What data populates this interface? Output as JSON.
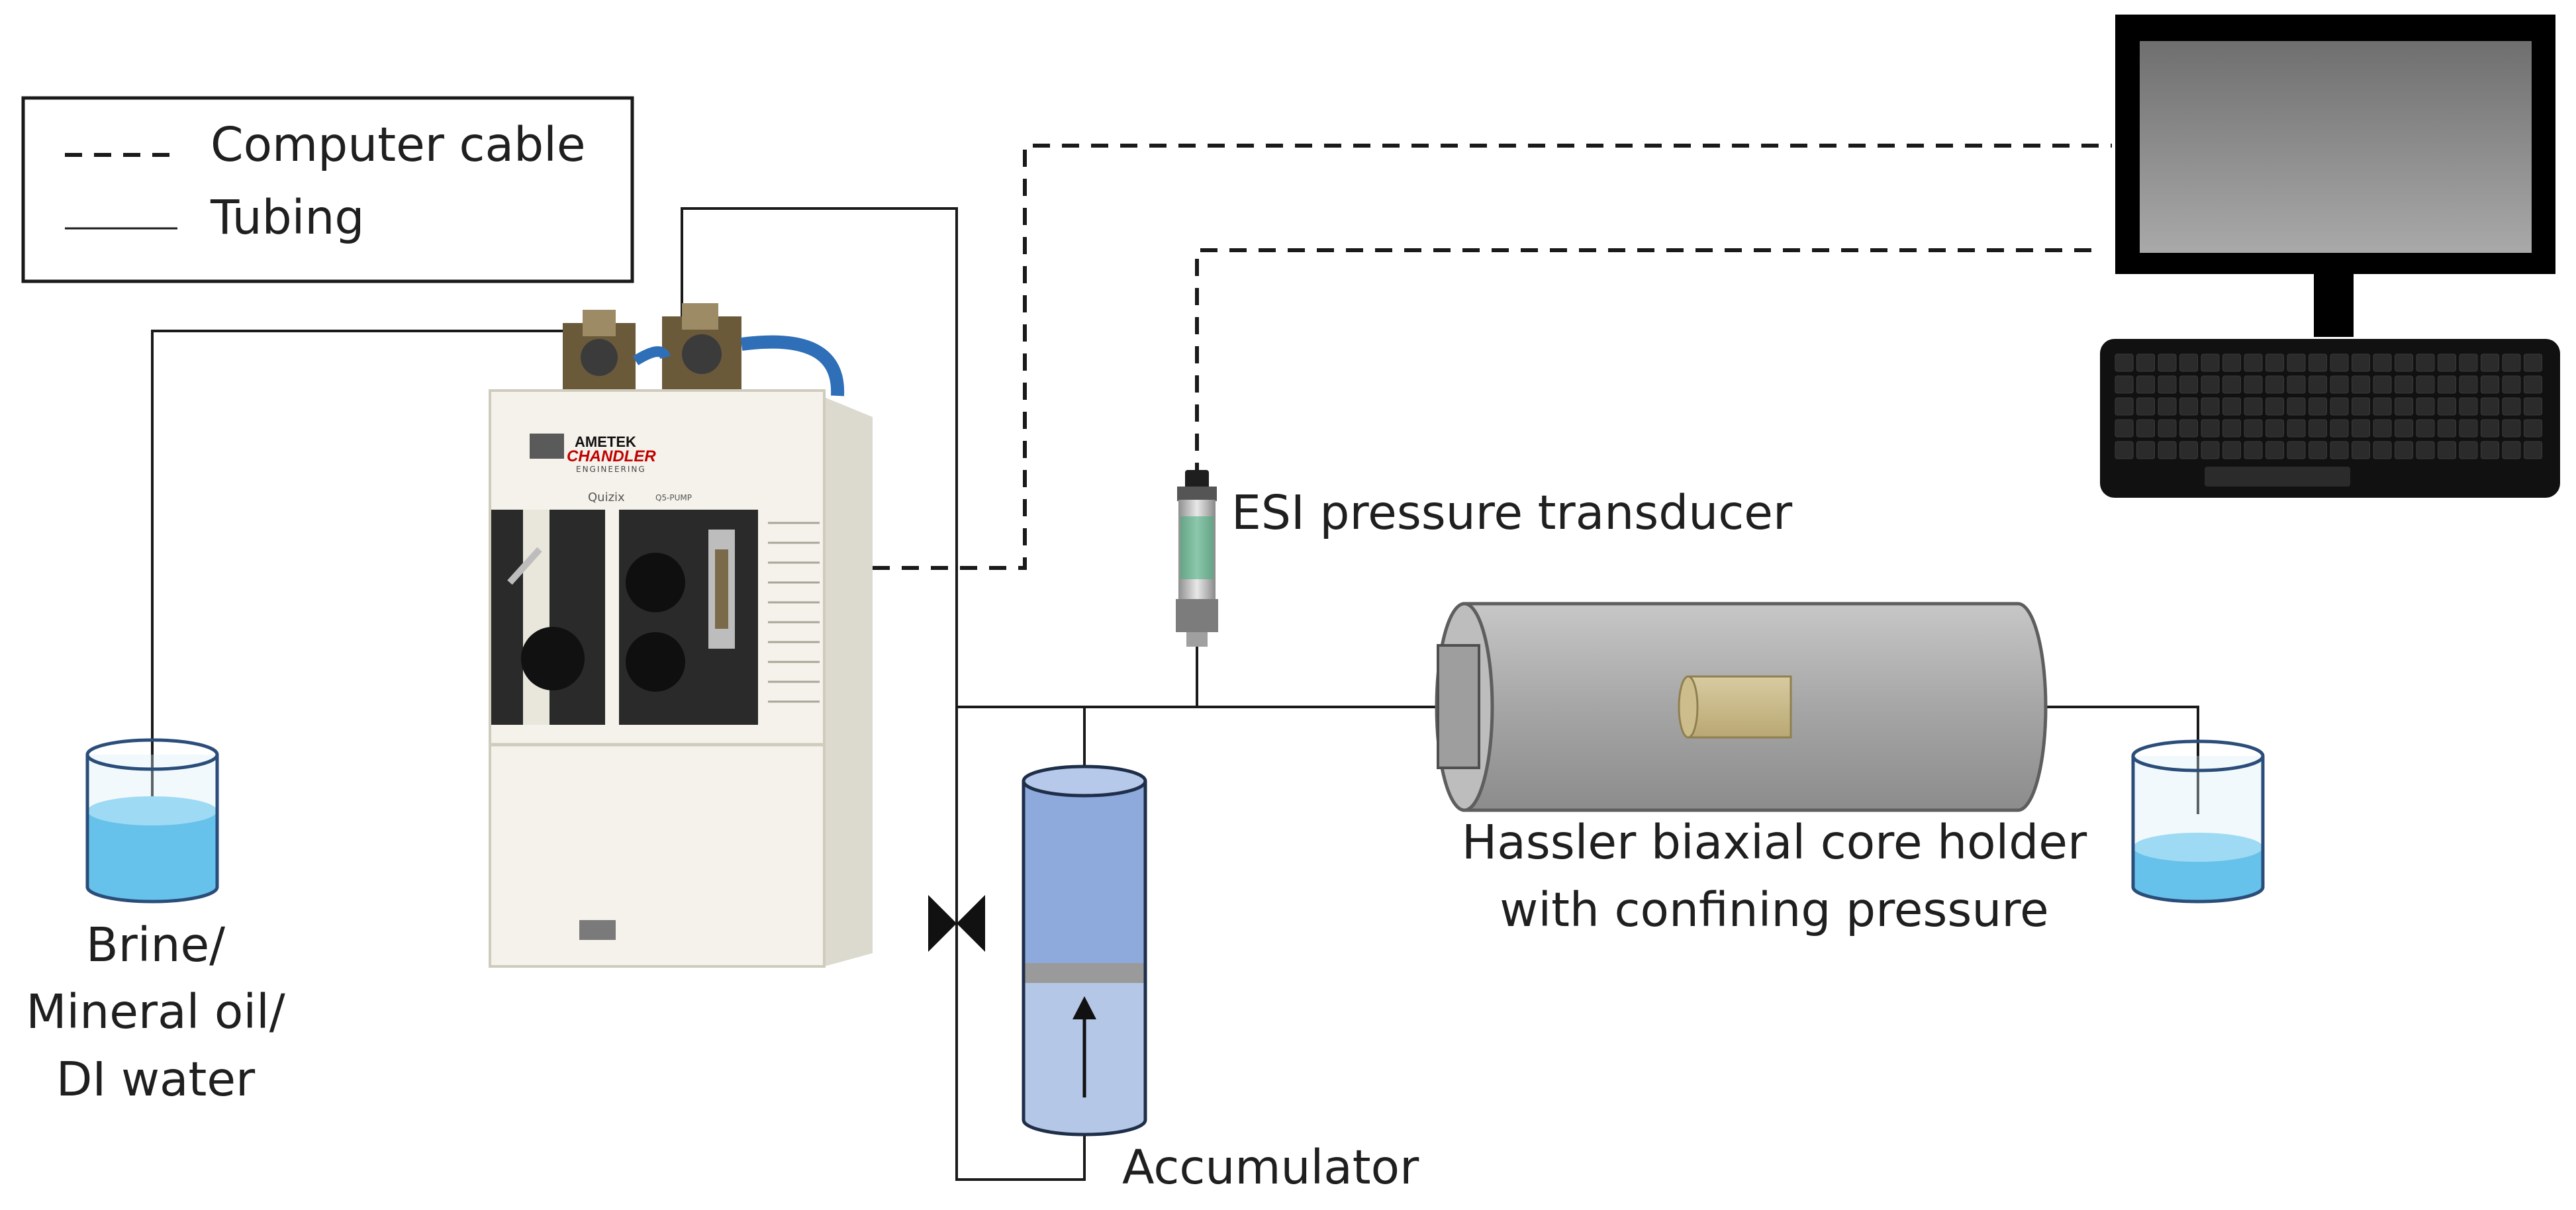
{
  "legend": {
    "dashed_label": "Computer cable",
    "solid_label": "Tubing"
  },
  "labels": {
    "pump_brand_1": "AMETEK",
    "pump_brand_2": "CHANDLER",
    "pump_brand_3": "ENGINEERING",
    "pump_model": "Quizix",
    "pump_model_sub": "Q5-PUMP",
    "source_line_1": "Brine/",
    "source_line_2": "Mineral oil/",
    "source_line_3": "DI water",
    "transducer": "ESI pressure transducer",
    "core_holder_line_1": "Hassler biaxial core holder",
    "core_holder_line_2": "with confining pressure",
    "accumulator": "Accumulator"
  },
  "colors": {
    "line": "#1a1a1a",
    "liquid": "#29abe2",
    "beaker_glass": "#d9eef8",
    "accumulator_top": "#8ea9db",
    "accumulator_bottom": "#b4c7e7",
    "core_holder": "#a6a6a6",
    "core_sample": "#c9b98a",
    "pump_body": "#f4f2ea",
    "brand_red": "#c00000"
  },
  "icons": [
    "beaker-icon",
    "pump-icon",
    "pressure-transducer-icon",
    "valve-icon",
    "accumulator-icon",
    "core-holder-icon",
    "monitor-icon",
    "keyboard-icon"
  ]
}
